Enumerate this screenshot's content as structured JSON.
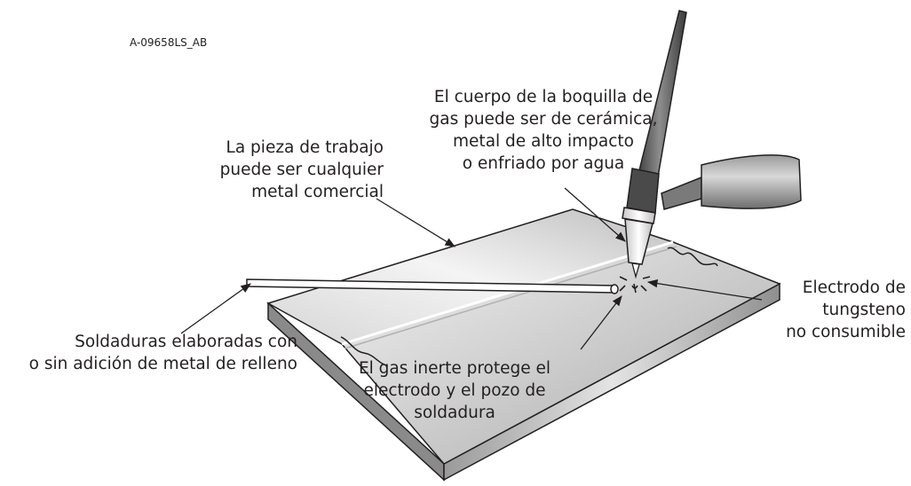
{
  "figure_code": "A-09658LS_AB",
  "labels": {
    "workpiece": [
      "La pieza de trabajo",
      "puede ser cualquier",
      "metal comercial"
    ],
    "nozzle": [
      "El cuerpo de la boquilla de",
      "gas puede ser de cerámica,",
      "metal de alto impacto",
      "o enfriado por agua"
    ],
    "electrode": [
      "Electrodo de",
      "tungsteno",
      "no consumible"
    ],
    "welds": [
      "Soldaduras elaboradas con",
      "o sin adición de metal de relleno"
    ],
    "gas": [
      "El gas inerte protege el",
      "electrodo y el pozo de",
      "soldadura"
    ]
  },
  "colors": {
    "ink": "#231f20",
    "steel_light": "#eeeeee",
    "steel_mid": "#c8c8c8",
    "steel_dark": "#8c8c8c",
    "torch": "#5a5a5a"
  }
}
